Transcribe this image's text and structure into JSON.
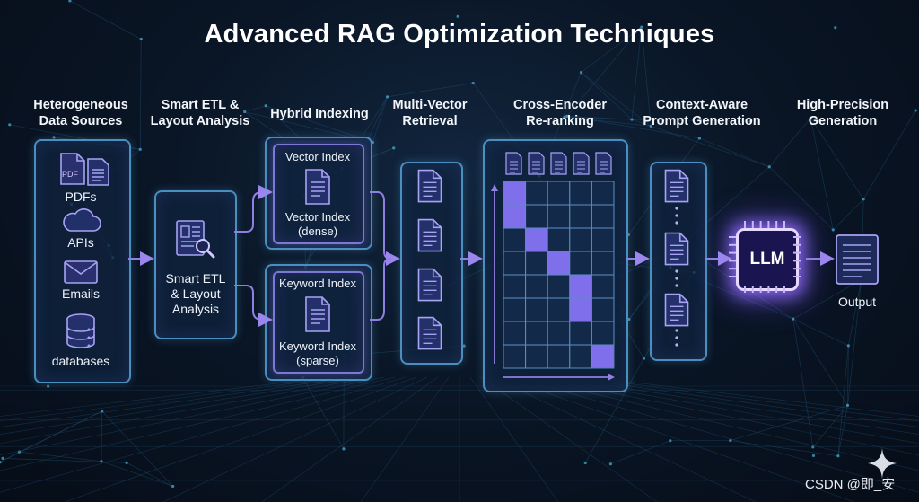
{
  "title": "Advanced RAG Optimization Techniques",
  "stages": {
    "s1": [
      "Heterogeneous",
      "Data Sources"
    ],
    "s2": [
      "Smart ETL &",
      "Layout Analysis"
    ],
    "s3": [
      "Hybrid Indexing"
    ],
    "s4": [
      "Multi-Vector",
      "Retrieval"
    ],
    "s5": [
      "Cross-Encoder",
      "Re-ranking"
    ],
    "s6": [
      "Context-Aware",
      "Prompt Generation"
    ],
    "s7": [
      "High-Precision",
      "Generation"
    ]
  },
  "sources": {
    "pdf_tag": "PDF",
    "pdfs": "PDFs",
    "apis": "APIs",
    "emails": "Emails",
    "databases": "databases"
  },
  "etl": [
    "Smart ETL",
    "& Layout",
    "Analysis"
  ],
  "vector_index": {
    "header": "Vector Index",
    "label": [
      "Vector Index",
      "(dense)"
    ]
  },
  "keyword_index": {
    "header": "Keyword Index",
    "label": [
      "Keyword Index",
      "(sparse)"
    ]
  },
  "llm": "LLM",
  "output": "Output",
  "watermark": "CSDN @即_安",
  "colors": {
    "arrow": "#8f7fe0",
    "border_blue": "#4a8fc0",
    "border_purple": "#7d77d6",
    "heat": "#8c78ff"
  },
  "icons": [
    "pdf-icon",
    "document-icon",
    "cloud-icon",
    "envelope-icon",
    "database-icon",
    "document-search-icon",
    "sparkle-icon"
  ]
}
